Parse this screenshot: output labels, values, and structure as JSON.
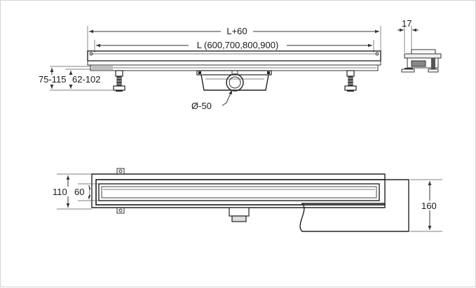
{
  "labels": {
    "total_length": "L+60",
    "length": "L (600,700,800,900)",
    "depth": "17",
    "height_total": "75-115",
    "height_adjust": "62-102",
    "outlet_diameter": "Ø-50",
    "width_total": "110",
    "width_grate": "60",
    "side_height": "160"
  }
}
